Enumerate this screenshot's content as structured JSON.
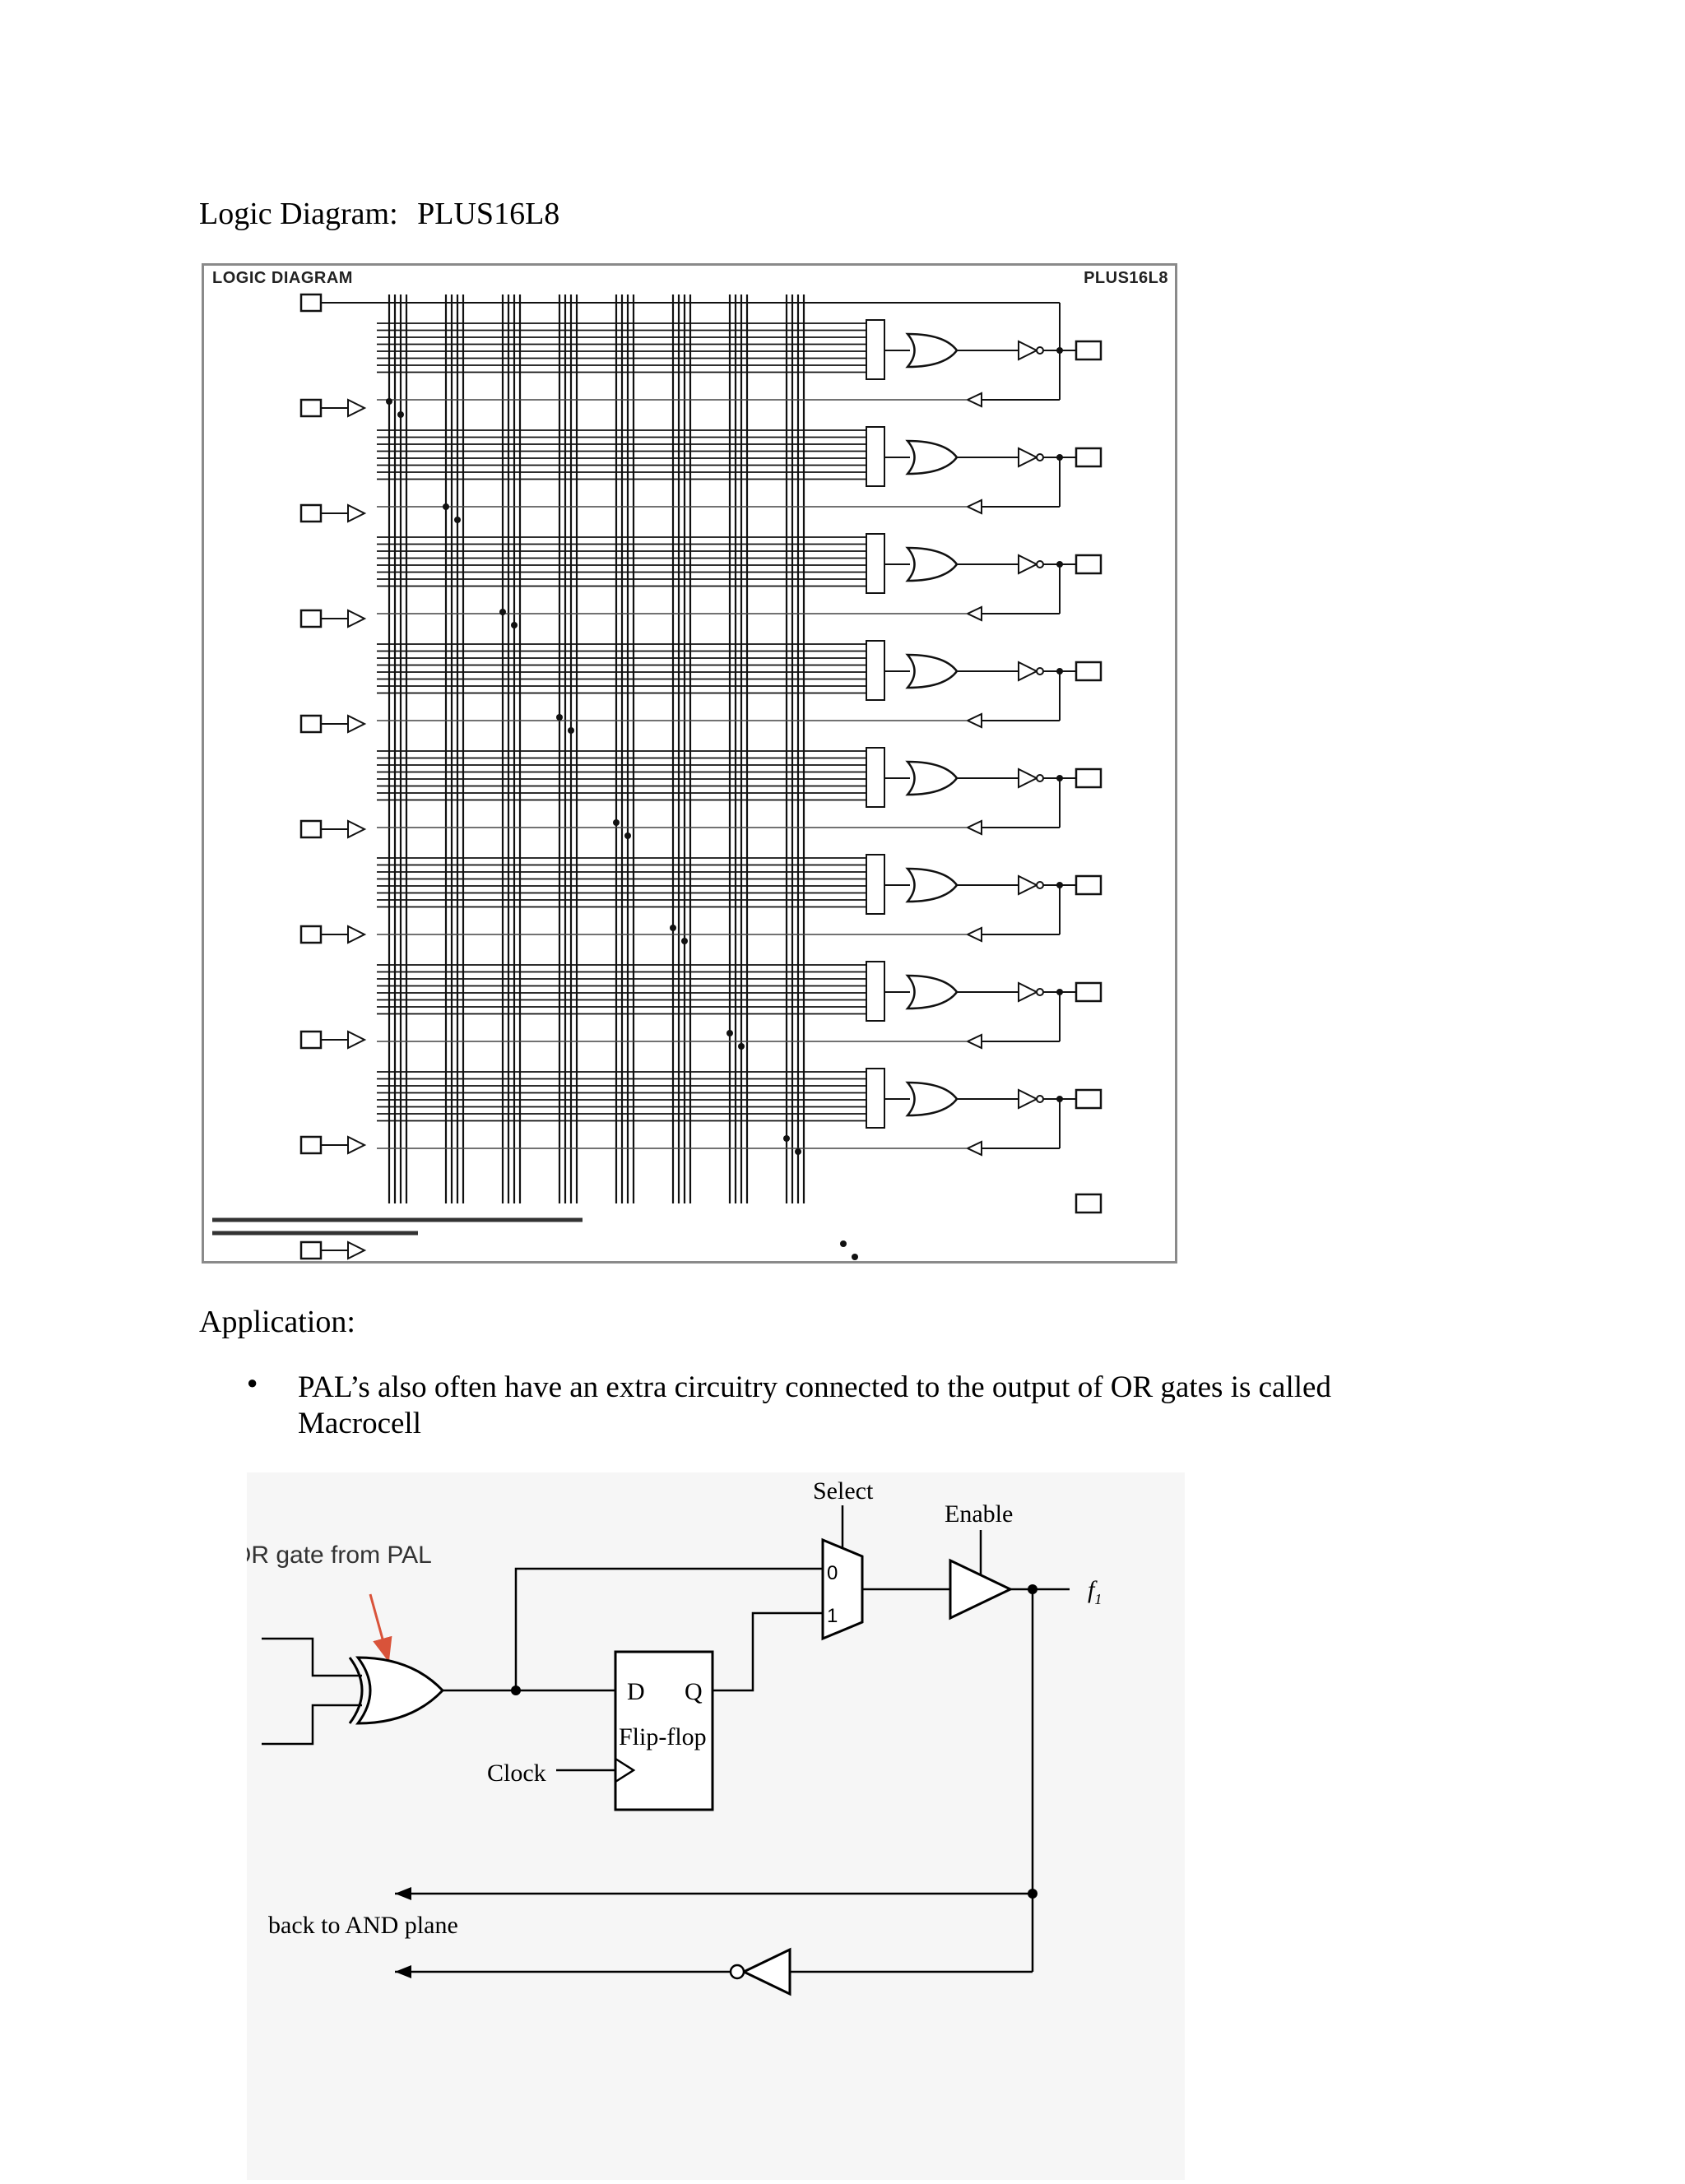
{
  "heading": {
    "label": "Logic Diagram:",
    "part": "PLUS16L8"
  },
  "logic_diagram": {
    "title_left": "LOGIC DIAGRAM",
    "title_right": "PLUS16L8"
  },
  "application": {
    "label": "Application:",
    "bullet": "PAL’s also often have an extra circuitry connected to the output of OR gates is called Macrocell"
  },
  "macrocell": {
    "select_label": "Select",
    "enable_label": "Enable",
    "or_gate_label": "OR gate from PAL",
    "mux_zero": "0",
    "mux_one": "1",
    "ff_d": "D",
    "ff_q": "Q",
    "ff_label": "Flip-flop",
    "clock_label": "Clock",
    "output_label": "f",
    "output_sub": "1",
    "feedback_label": "back to AND plane"
  },
  "colors": {
    "arrow": "#d9533a",
    "border": "#8a8a8a",
    "ink": "#000000"
  }
}
